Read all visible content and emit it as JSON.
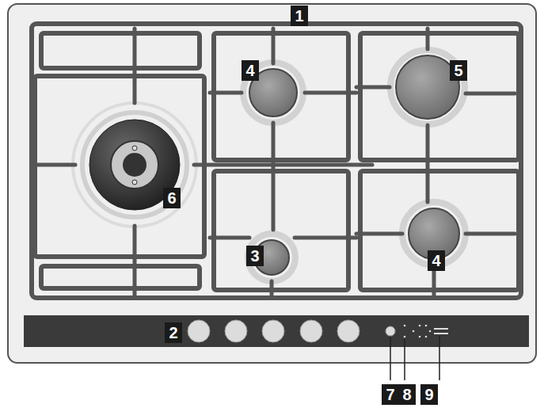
{
  "diagram": {
    "labels": [
      "1",
      "4",
      "5",
      "6",
      "3",
      "4",
      "2",
      "7",
      "8",
      "9"
    ]
  }
}
